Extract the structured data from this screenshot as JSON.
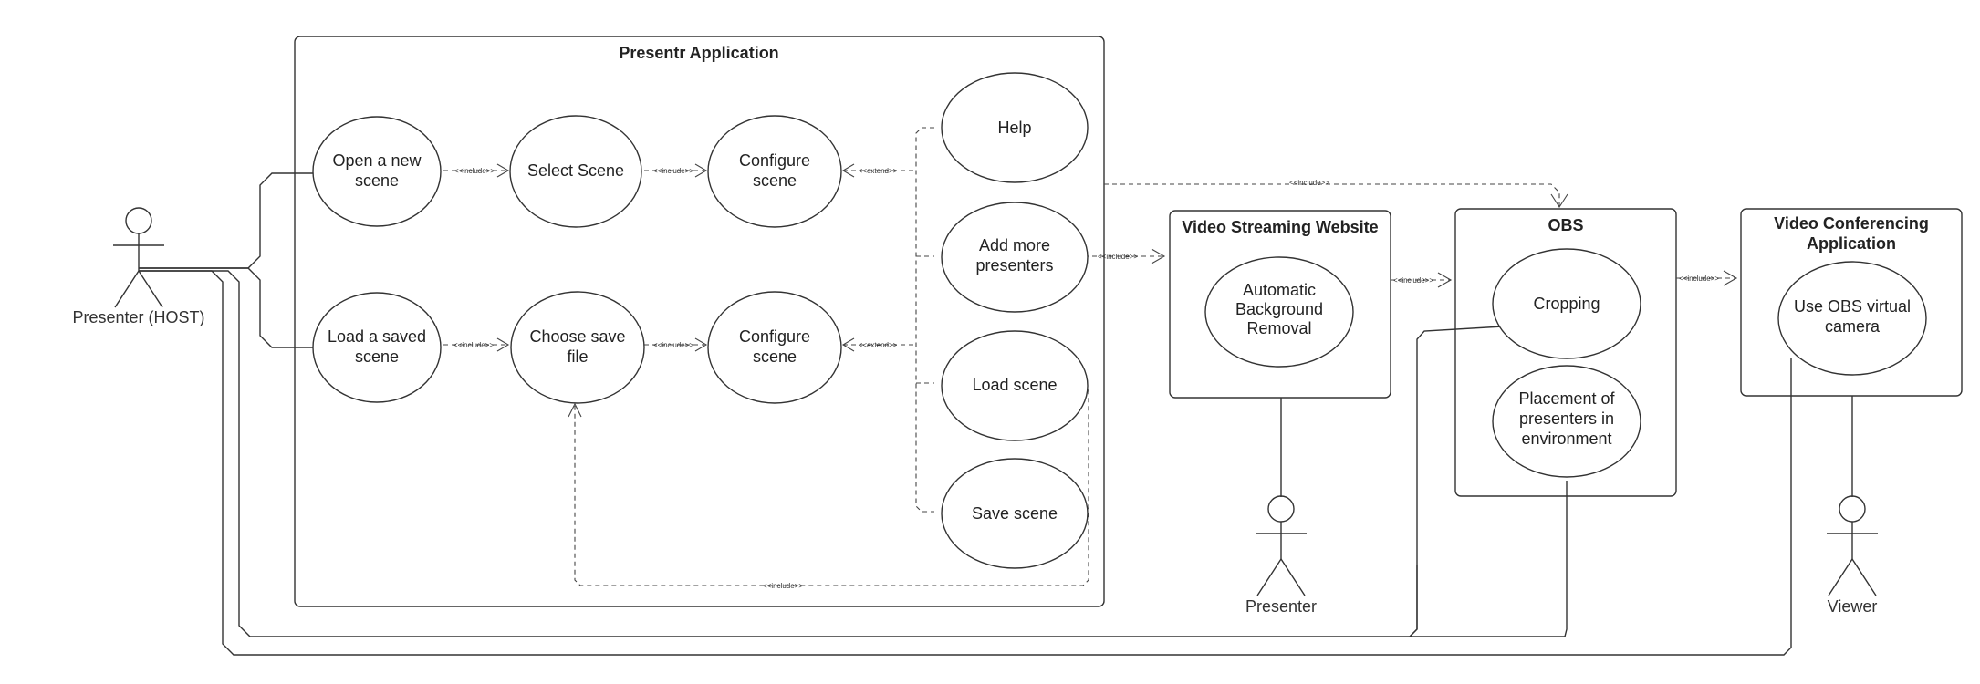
{
  "systems": {
    "presentr": "Presentr Application",
    "streaming": "Video Streaming Website",
    "obs": "OBS",
    "conferencing_1": "Video Conferencing",
    "conferencing_2": "Application"
  },
  "use_cases": {
    "open_new_1": "Open a new",
    "open_new_2": "scene",
    "select_scene": "Select Scene",
    "configure_top_1": "Configure",
    "configure_top_2": "scene",
    "load_saved_1": "Load a saved",
    "load_saved_2": "scene",
    "choose_save_1": "Choose save",
    "choose_save_2": "file",
    "configure_bottom_1": "Configure",
    "configure_bottom_2": "scene",
    "help": "Help",
    "add_more_1": "Add more",
    "add_more_2": "presenters",
    "load_scene": "Load scene",
    "save_scene": "Save scene",
    "auto_bg_1": "Automatic",
    "auto_bg_2": "Background",
    "auto_bg_3": "Removal",
    "cropping": "Cropping",
    "placement_1": "Placement of",
    "placement_2": "presenters in",
    "placement_3": "environment",
    "use_obs_1": "Use OBS virtual",
    "use_obs_2": "camera"
  },
  "actors": {
    "host": "Presenter (HOST)",
    "presenter": "Presenter",
    "viewer": "Viewer"
  },
  "stereotypes": {
    "include": "<<include>>",
    "extend": "<<extend>>"
  }
}
